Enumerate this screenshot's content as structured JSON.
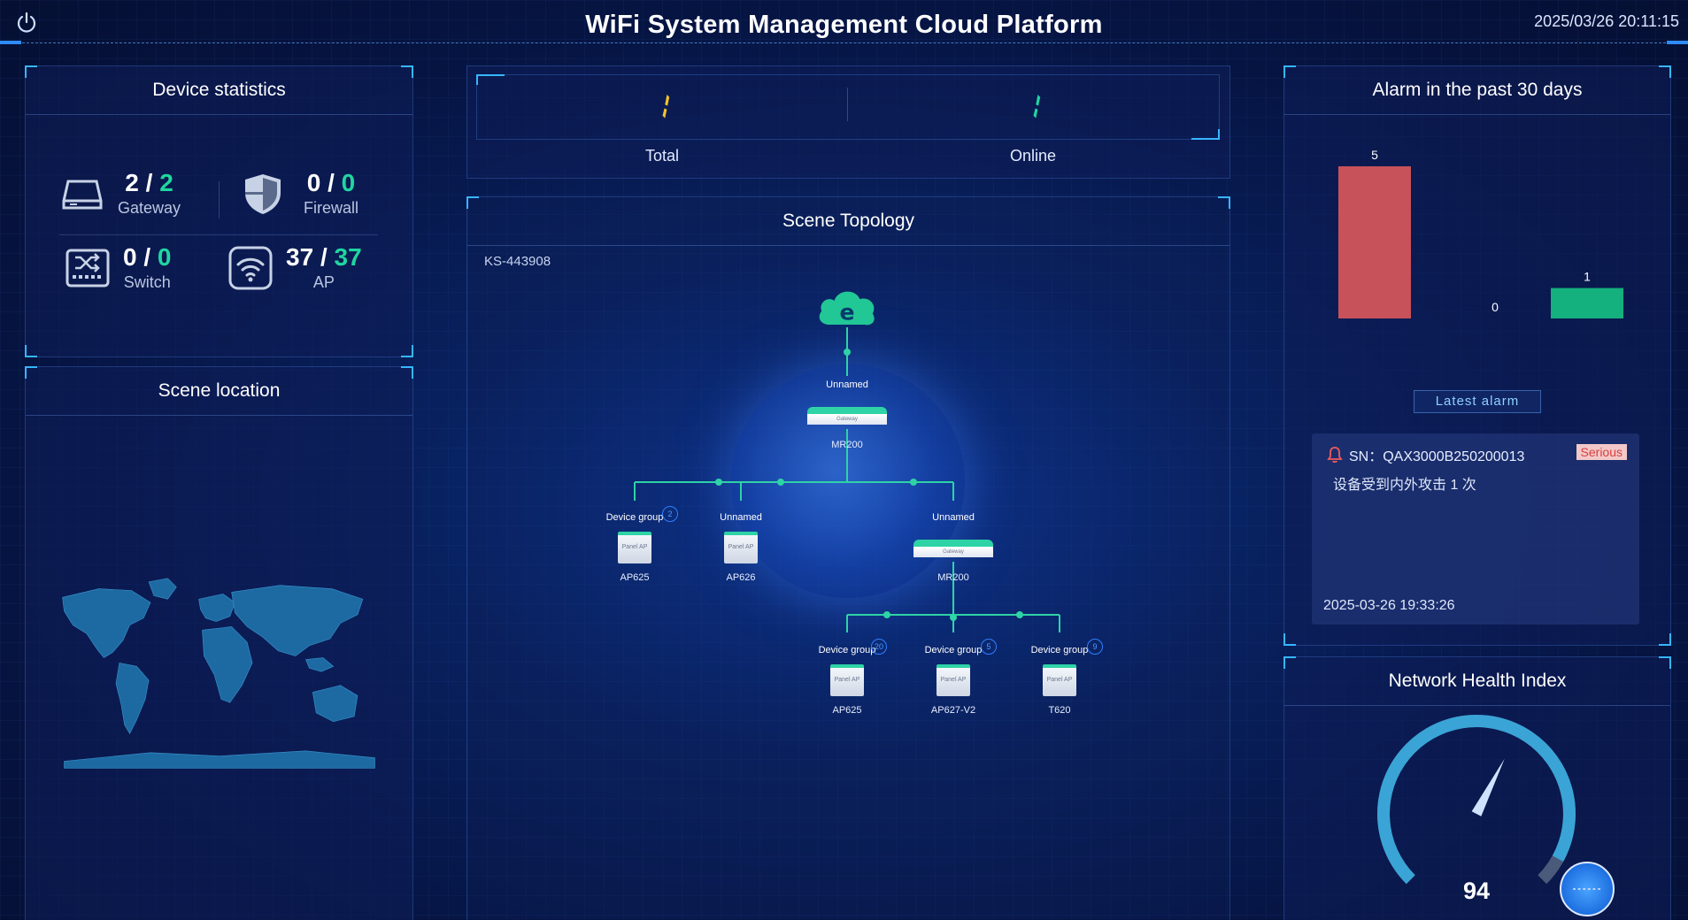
{
  "header": {
    "title": "WiFi System Management Cloud Platform",
    "datetime": "2025/03/26 20:11:15",
    "power_icon": "power-icon"
  },
  "device_statistics": {
    "title": "Device statistics",
    "items": [
      {
        "icon": "gateway-icon",
        "current": "2",
        "total": "2",
        "label": "Gateway"
      },
      {
        "icon": "firewall-shield-icon",
        "current": "0",
        "total": "0",
        "label": "Firewall"
      },
      {
        "icon": "switch-icon",
        "current": "0",
        "total": "0",
        "label": "Switch"
      },
      {
        "icon": "wifi-icon",
        "current": "37",
        "total": "37",
        "label": "AP"
      }
    ],
    "separator": "/"
  },
  "scene_location": {
    "title": "Scene location",
    "map_icon": "world-map-icon"
  },
  "counters": {
    "total_label": "Total",
    "online_label": "Online"
  },
  "topology": {
    "title": "Scene Topology",
    "scene_id": "KS-443908",
    "root_icon": "cloud-icon",
    "gateway_main": {
      "name": "Unnamed",
      "model": "MR200",
      "tag": "Gateway"
    },
    "level1": [
      {
        "name": "Device group",
        "model": "AP625",
        "badge": "2",
        "tag": "Panel AP"
      },
      {
        "name": "Unnamed",
        "model": "AP626",
        "tag": "Panel AP"
      },
      {
        "name": "Unnamed",
        "model": "MR200",
        "tag": "Gateway"
      }
    ],
    "level2": [
      {
        "name": "Device group",
        "model": "AP625",
        "badge": "20",
        "tag": "Panel AP"
      },
      {
        "name": "Device group",
        "model": "AP627-V2",
        "badge": "5",
        "tag": "Panel AP"
      },
      {
        "name": "Device group",
        "model": "T620",
        "badge": "9",
        "tag": "Panel AP"
      }
    ]
  },
  "alarm": {
    "title": "Alarm in the past 30 days",
    "chart_data": {
      "type": "bar",
      "values": [
        5,
        0,
        1
      ],
      "colors": [
        "#c8525a",
        "#2a6fd6",
        "#14b07e"
      ],
      "ylim": [
        0,
        5
      ]
    },
    "latest_alarm_label": "Latest alarm",
    "latest": {
      "sn_label": "SN：QAX3000B250200013",
      "severity": "Serious",
      "message": "设备受到内外攻击 1 次",
      "time": "2025-03-26 19:33:26"
    }
  },
  "health": {
    "title": "Network Health Index",
    "value": "94",
    "gauge_fraction": 0.94
  }
}
